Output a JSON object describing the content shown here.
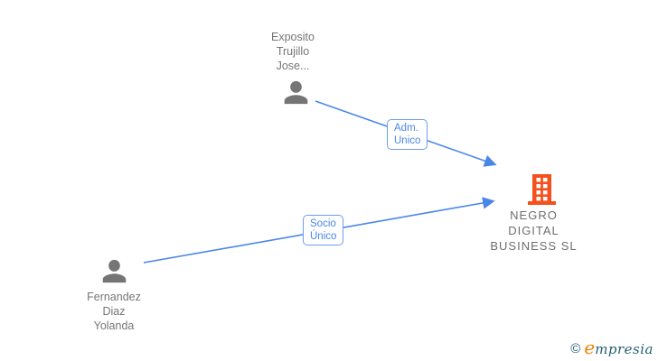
{
  "diagram": {
    "nodes": {
      "person1": {
        "line1": "Exposito",
        "line2": "Trujillo",
        "line3": "Jose...",
        "icon": "person-icon"
      },
      "person2": {
        "line1": "Fernandez",
        "line2": "Diaz",
        "line3": "Yolanda",
        "icon": "person-icon"
      },
      "company": {
        "line1": "NEGRO",
        "line2": "DIGITAL",
        "line3": "BUSINESS SL",
        "icon": "building-icon"
      }
    },
    "edges": [
      {
        "label_line1": "Adm.",
        "label_line2": "Unico",
        "from": "person1",
        "to": "company"
      },
      {
        "label_line1": "Socio",
        "label_line2": "Único",
        "from": "person2",
        "to": "company"
      }
    ],
    "colors": {
      "edge_blue": "#4a86e8",
      "label_border_blue": "#6d9eeb",
      "person_icon_gray": "#757575",
      "building_orange": "#f4511e",
      "name_text_gray": "#757575"
    }
  },
  "footer": {
    "copyright_symbol": "©",
    "brand_initial": "e",
    "brand_rest": "mpresia"
  }
}
